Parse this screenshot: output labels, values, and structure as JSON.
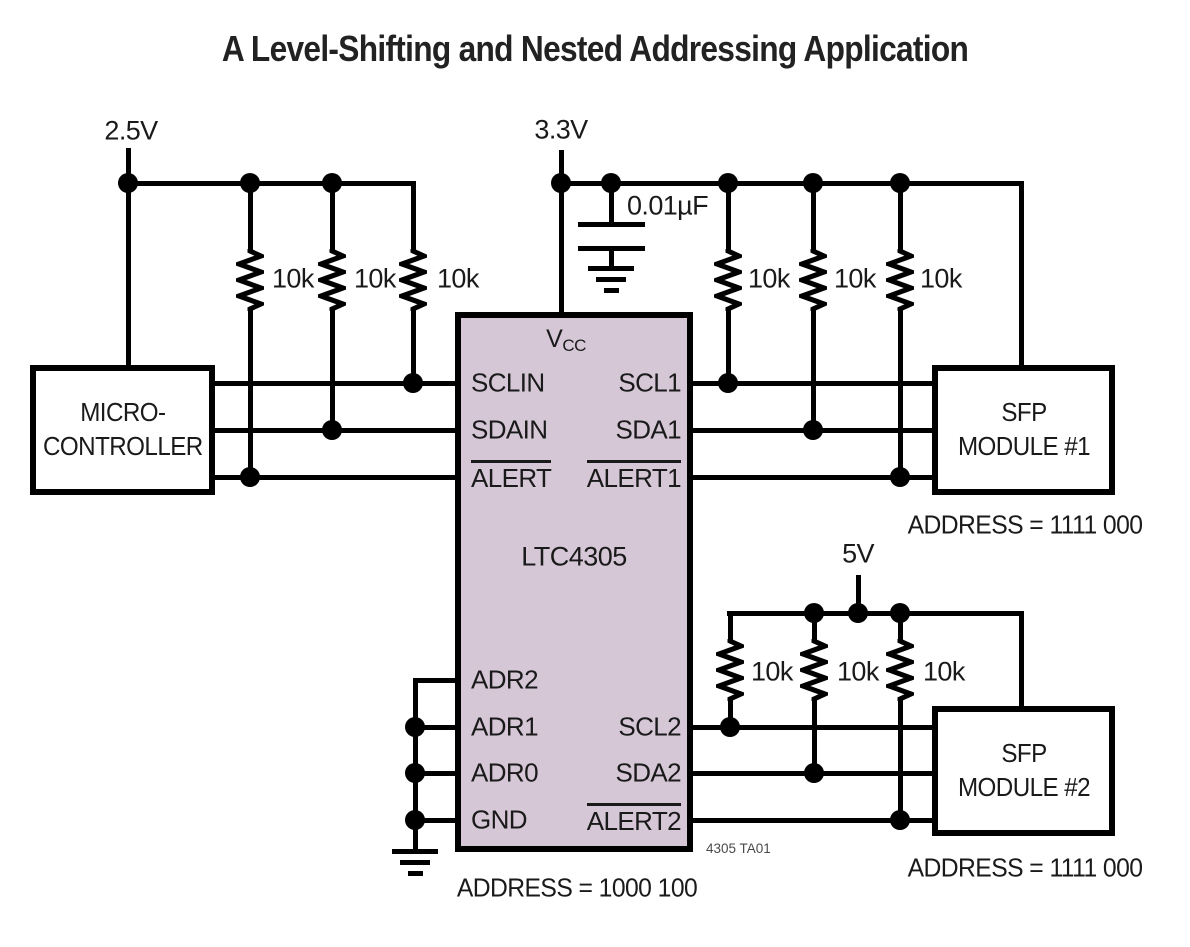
{
  "title": "A Level-Shifting and Nested Addressing Application",
  "supplies": {
    "rail1": "2.5V",
    "rail2": "3.3V",
    "rail3": "5V"
  },
  "components": {
    "capacitor_value": "0.01µF",
    "pullup_value": "10k"
  },
  "microcontroller": {
    "line1": "MICRO-",
    "line2": "CONTROLLER"
  },
  "ic": {
    "part": "LTC4305",
    "vcc_base": "V",
    "vcc_sub": "CC",
    "pins_left": [
      "SCLIN",
      "SDAIN",
      "ALERT",
      "ADR2",
      "ADR1",
      "ADR0",
      "GND"
    ],
    "pins_right": [
      "SCL1",
      "SDA1",
      "ALERT1",
      "SCL2",
      "SDA2",
      "ALERT2"
    ],
    "address": "ADDRESS = 1000 100"
  },
  "sfp1": {
    "line1": "SFP",
    "line2": "MODULE #1",
    "address": "ADDRESS = 1111 000"
  },
  "sfp2": {
    "line1": "SFP",
    "line2": "MODULE #2",
    "address": "ADDRESS = 1111 000"
  },
  "figure_ref": "4305 TA01",
  "colors": {
    "ic_fill": "#D5C7D6",
    "wire": "#000000",
    "text": "#1A1A1A",
    "figure_ref_text": "#4A4A4E"
  }
}
